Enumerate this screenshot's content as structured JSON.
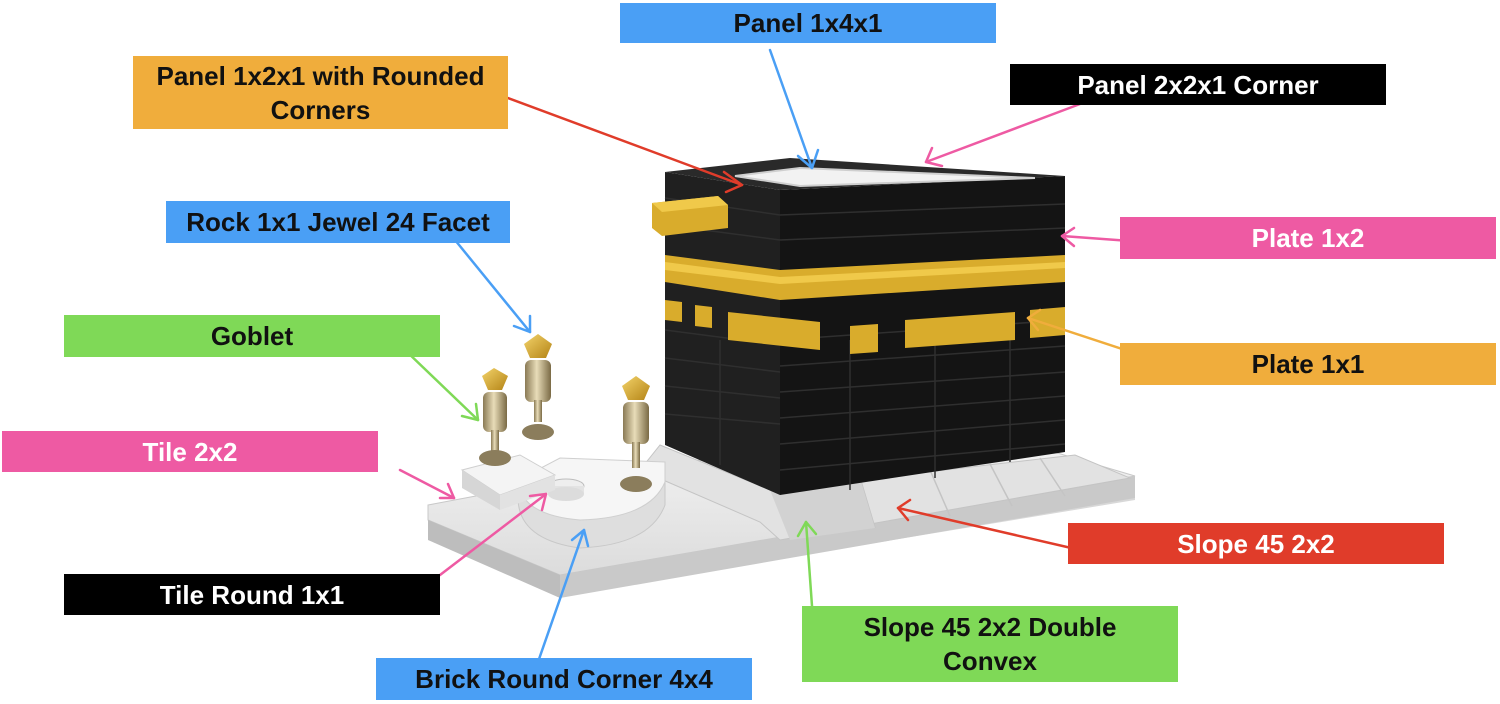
{
  "colors": {
    "blue": "#4a9ff5",
    "orange": "#f0ad3c",
    "black": "#000000",
    "pink": "#ee5aa3",
    "green": "#7fd957",
    "red": "#e03c2a",
    "white_text": "#ffffff",
    "dark_text": "#111111",
    "brick_black": "#1c1c1c",
    "gold": "#d4a82a",
    "base_white": "#eaeaea"
  },
  "labels": {
    "panel_1x4x1": "Panel 1x4x1",
    "panel_1x2x1": "Panel 1x2x1 with Rounded\nCorners",
    "panel_2x2x1_corner": "Panel 2x2x1 Corner",
    "rock_jewel": "Rock 1x1 Jewel 24 Facet",
    "plate_1x2": "Plate 1x2",
    "goblet": "Goblet",
    "plate_1x1": "Plate 1x1",
    "tile_2x2": "Tile 2x2",
    "slope_45_2x2": "Slope 45 2x2",
    "tile_round_1x1": "Tile Round 1x1",
    "slope_double_convex": "Slope 45 2x2 Double\nConvex",
    "brick_round_corner": "Brick Round Corner 4x4"
  }
}
